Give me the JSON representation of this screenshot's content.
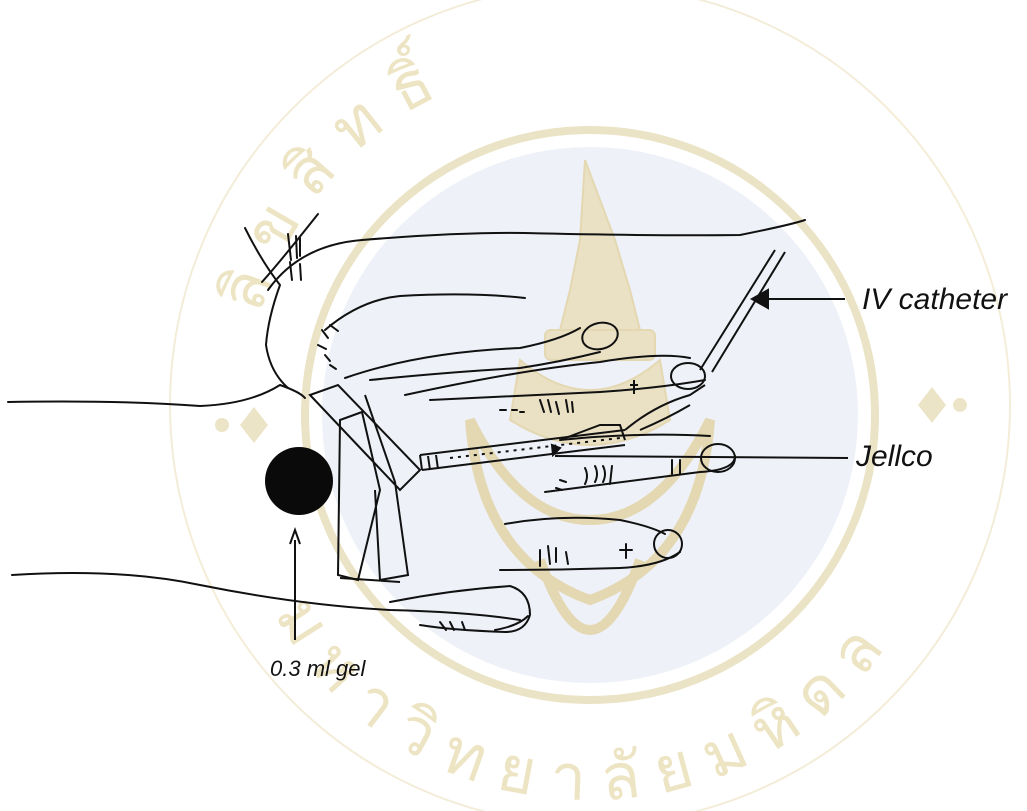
{
  "watermark": {
    "text_top": "ลิขสิทธิ์มหาวิทยาลัยมหิดล",
    "color": "#ede3c0",
    "seal_color": "#e8e0c8",
    "disc_color": "#eef1f8"
  },
  "labels": {
    "iv_catheter": "IV catheter",
    "jellco": "Jellco",
    "bottom_note": "0.3 ml gel"
  },
  "colors": {
    "ink": "#111111"
  }
}
